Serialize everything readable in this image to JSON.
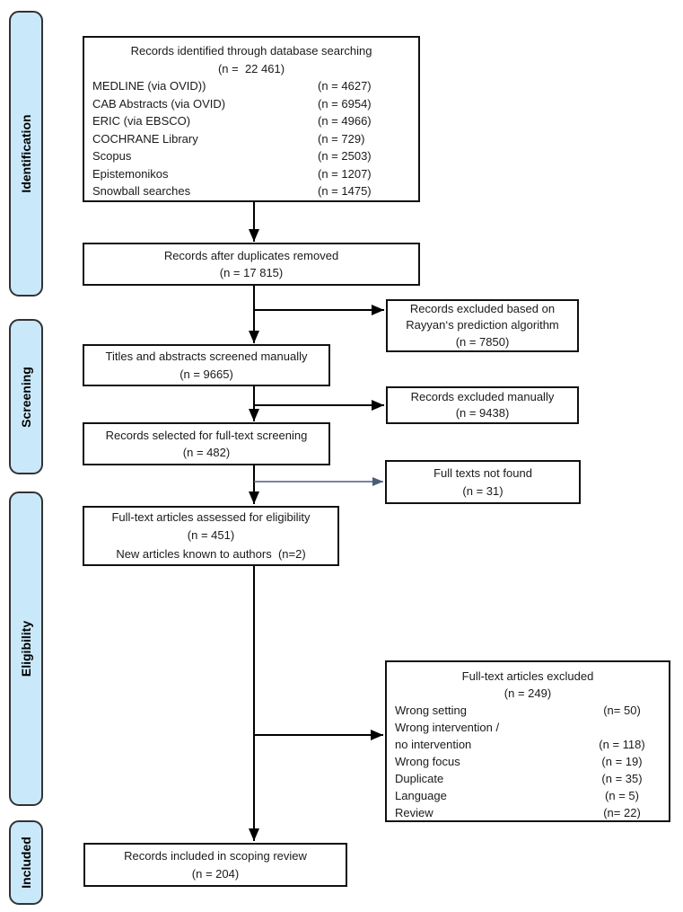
{
  "stages": [
    {
      "label": "Identification"
    },
    {
      "label": "Screening"
    },
    {
      "label": "Eligibility"
    },
    {
      "label": "Included"
    }
  ],
  "boxes": {
    "identified": {
      "title": "Records identified through database searching",
      "count": "(n =  22 461)",
      "sources": [
        {
          "label": "MEDLINE (via OVID))",
          "count": "(n = 4627)"
        },
        {
          "label": "CAB Abstracts (via OVID)",
          "count": "(n = 6954)"
        },
        {
          "label": "ERIC (via EBSCO)",
          "count": "(n = 4966)"
        },
        {
          "label": "COCHRANE Library",
          "count": "(n = 729)"
        },
        {
          "label": "Scopus",
          "count": "(n = 2503)"
        },
        {
          "label": "Epistemonikos",
          "count": "(n = 1207)"
        },
        {
          "label": "Snowball searches",
          "count": "(n = 1475)"
        }
      ]
    },
    "deduplicated": {
      "title": "Records after duplicates removed",
      "count": "(n = 17 815)"
    },
    "excluded_rayyan": {
      "line1": "Records excluded based on",
      "line2": "Rayyan‘s prediction algorithm",
      "count": "(n = 7850)"
    },
    "screened_manually": {
      "title": "Titles and abstracts screened manually",
      "count": "(n = 9665)"
    },
    "excluded_manually": {
      "title": "Records excluded manually",
      "count": "(n = 9438)"
    },
    "fulltext_screening": {
      "title": "Records selected for full-text screening",
      "count": "(n = 482)"
    },
    "not_found": {
      "title": "Full texts not found",
      "count": "(n = 31)"
    },
    "assessed": {
      "title": "Full-text articles assessed for eligibility",
      "count": "(n = 451)",
      "extra": "New articles known to authors  (n=2)"
    },
    "fulltext_excluded": {
      "title": "Full-text articles excluded",
      "count": "(n = 249)",
      "reasons": [
        {
          "label": "Wrong setting",
          "count": "(n= 50)"
        },
        {
          "label": "Wrong intervention /",
          "count": ""
        },
        {
          "label": "no intervention",
          "count": "(n = 118)"
        },
        {
          "label": "Wrong focus",
          "count": "(n = 19)"
        },
        {
          "label": "Duplicate",
          "count": "(n = 35)"
        },
        {
          "label": "Language",
          "count": "(n = 5)"
        },
        {
          "label": "Review",
          "count": "(n= 22)"
        }
      ]
    },
    "included": {
      "title": "Records included in scoping review",
      "count": "(n = 204)"
    }
  },
  "colors": {
    "stage_fill": "#c9e8fa",
    "stage_border": "#333333",
    "box_border": "#111111",
    "arrow": "#000000",
    "arrow_slate": "#4a5d78"
  }
}
